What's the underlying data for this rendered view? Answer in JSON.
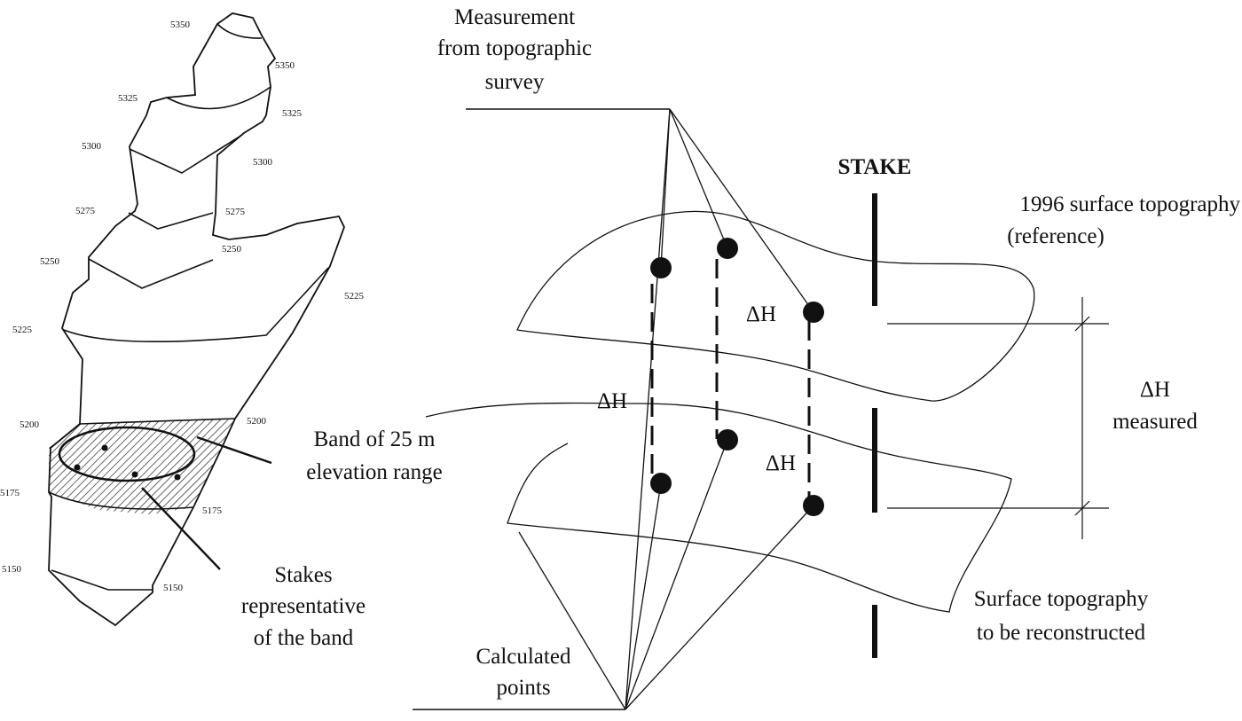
{
  "glacier_map": {
    "contours": {
      "c5350_left": "5350",
      "c5350_right": "5350",
      "c5325_left": "5325",
      "c5325_right": "5325",
      "c5300_left": "5300",
      "c5300_right": "5300",
      "c5275_left": "5275",
      "c5275_right": "5275",
      "c5250_left": "5250",
      "c5250_right": "5250",
      "c5225_left": "5225",
      "c5225_right": "5225",
      "c5200_left": "5200",
      "c5200_right": "5200",
      "c5175_left": "5175",
      "c5175_right": "5175",
      "c5150_left": "5150",
      "c5150_right": "5150"
    },
    "band_label": [
      "Band of 25 m",
      "elevation range"
    ],
    "stakes_label": [
      "Stakes",
      "representative",
      "of the band"
    ]
  },
  "schematic": {
    "survey_label": [
      "Measurement",
      "from topographic",
      "survey"
    ],
    "stake_label": "STAKE",
    "reference_label": [
      "1996 surface topography",
      "(reference)"
    ],
    "delta_h": "ΔH",
    "delta_h_measured": [
      "ΔH",
      "measured"
    ],
    "reconstructed_label": [
      "Surface topography",
      "to be reconstructed"
    ],
    "calculated_label": [
      "Calculated",
      "points"
    ]
  }
}
